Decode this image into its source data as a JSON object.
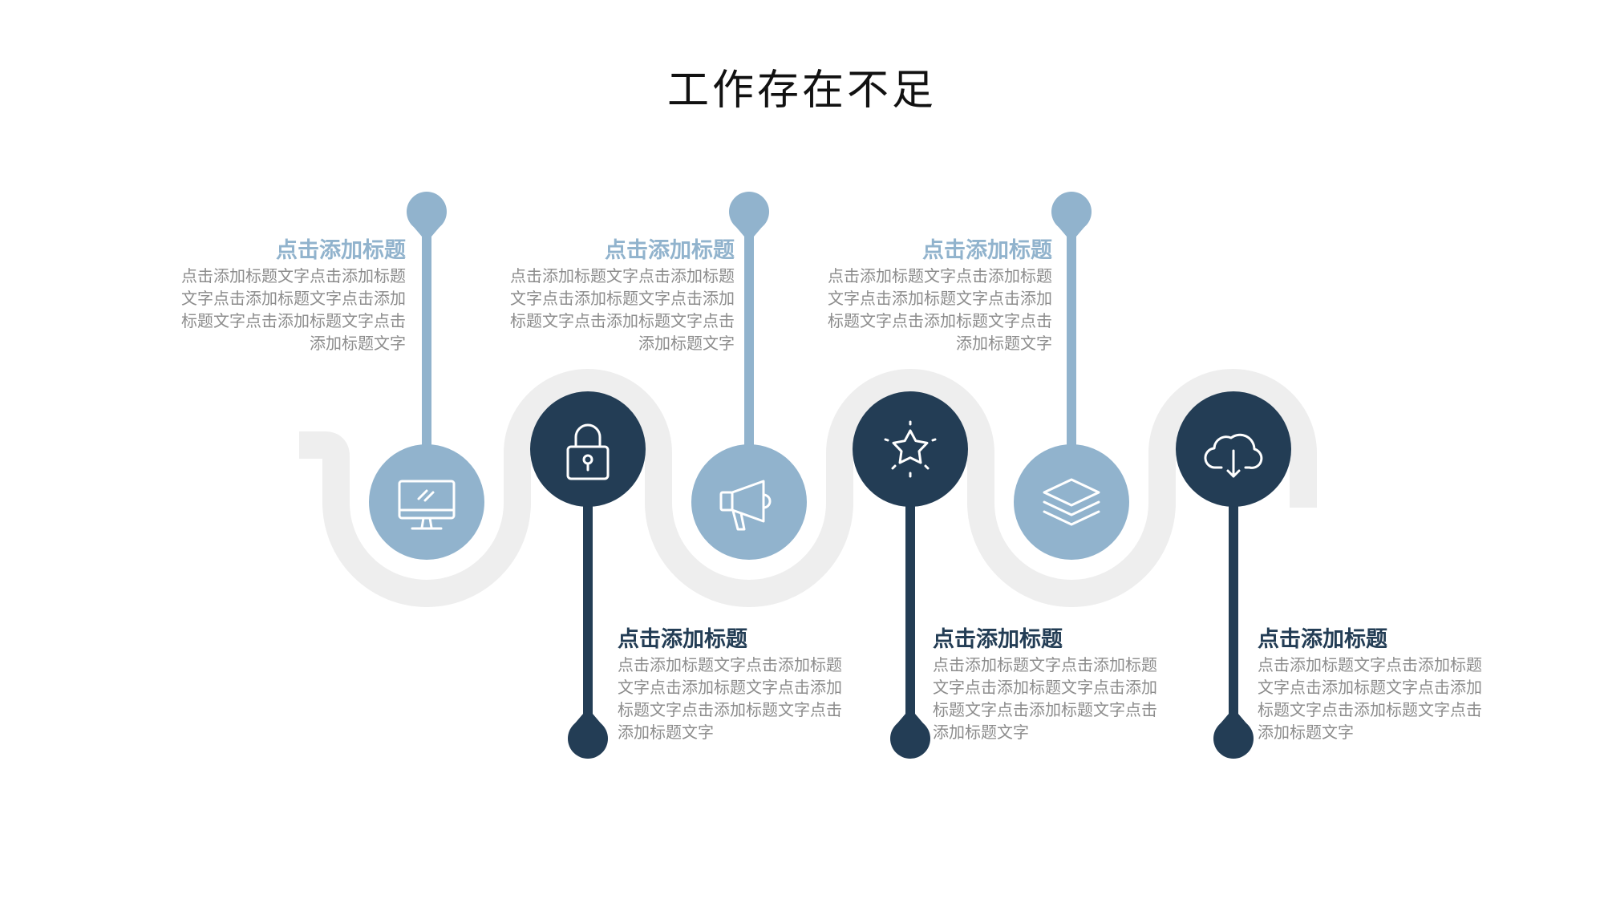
{
  "title": "工作存在不足",
  "colors": {
    "light": "#91b3cd",
    "dark": "#233d55",
    "track": "#eeeeee",
    "text_gray": "#8c8c8c",
    "icon_stroke": "#ffffff"
  },
  "items": [
    {
      "icon": "monitor-icon",
      "tone": "light",
      "position": "top",
      "title": "点击添加标题",
      "desc_lines": [
        "点击添加标题文字点击添加标题",
        "文字点击添加标题文字点击添加",
        "标题文字点击添加标题文字点击",
        "添加标题文字"
      ]
    },
    {
      "icon": "lock-icon",
      "tone": "dark",
      "position": "bottom",
      "title": "点击添加标题",
      "desc_lines": [
        "点击添加标题文字点击添加标题",
        "文字点击添加标题文字点击添加",
        "标题文字点击添加标题文字点击",
        "添加标题文字"
      ]
    },
    {
      "icon": "megaphone-icon",
      "tone": "light",
      "position": "top",
      "title": "点击添加标题",
      "desc_lines": [
        "点击添加标题文字点击添加标题",
        "文字点击添加标题文字点击添加",
        "标题文字点击添加标题文字点击",
        "添加标题文字"
      ]
    },
    {
      "icon": "star-icon",
      "tone": "dark",
      "position": "bottom",
      "title": "点击添加标题",
      "desc_lines": [
        "点击添加标题文字点击添加标题",
        "文字点击添加标题文字点击添加",
        "标题文字点击添加标题文字点击",
        "添加标题文字"
      ]
    },
    {
      "icon": "layers-icon",
      "tone": "light",
      "position": "top",
      "title": "点击添加标题",
      "desc_lines": [
        "点击添加标题文字点击添加标题",
        "文字点击添加标题文字点击添加",
        "标题文字点击添加标题文字点击",
        "添加标题文字"
      ]
    },
    {
      "icon": "cloud-download-icon",
      "tone": "dark",
      "position": "bottom",
      "title": "点击添加标题",
      "desc_lines": [
        "点击添加标题文字点击添加标题",
        "文字点击添加标题文字点击添加",
        "标题文字点击添加标题文字点击",
        "添加标题文字"
      ]
    }
  ]
}
